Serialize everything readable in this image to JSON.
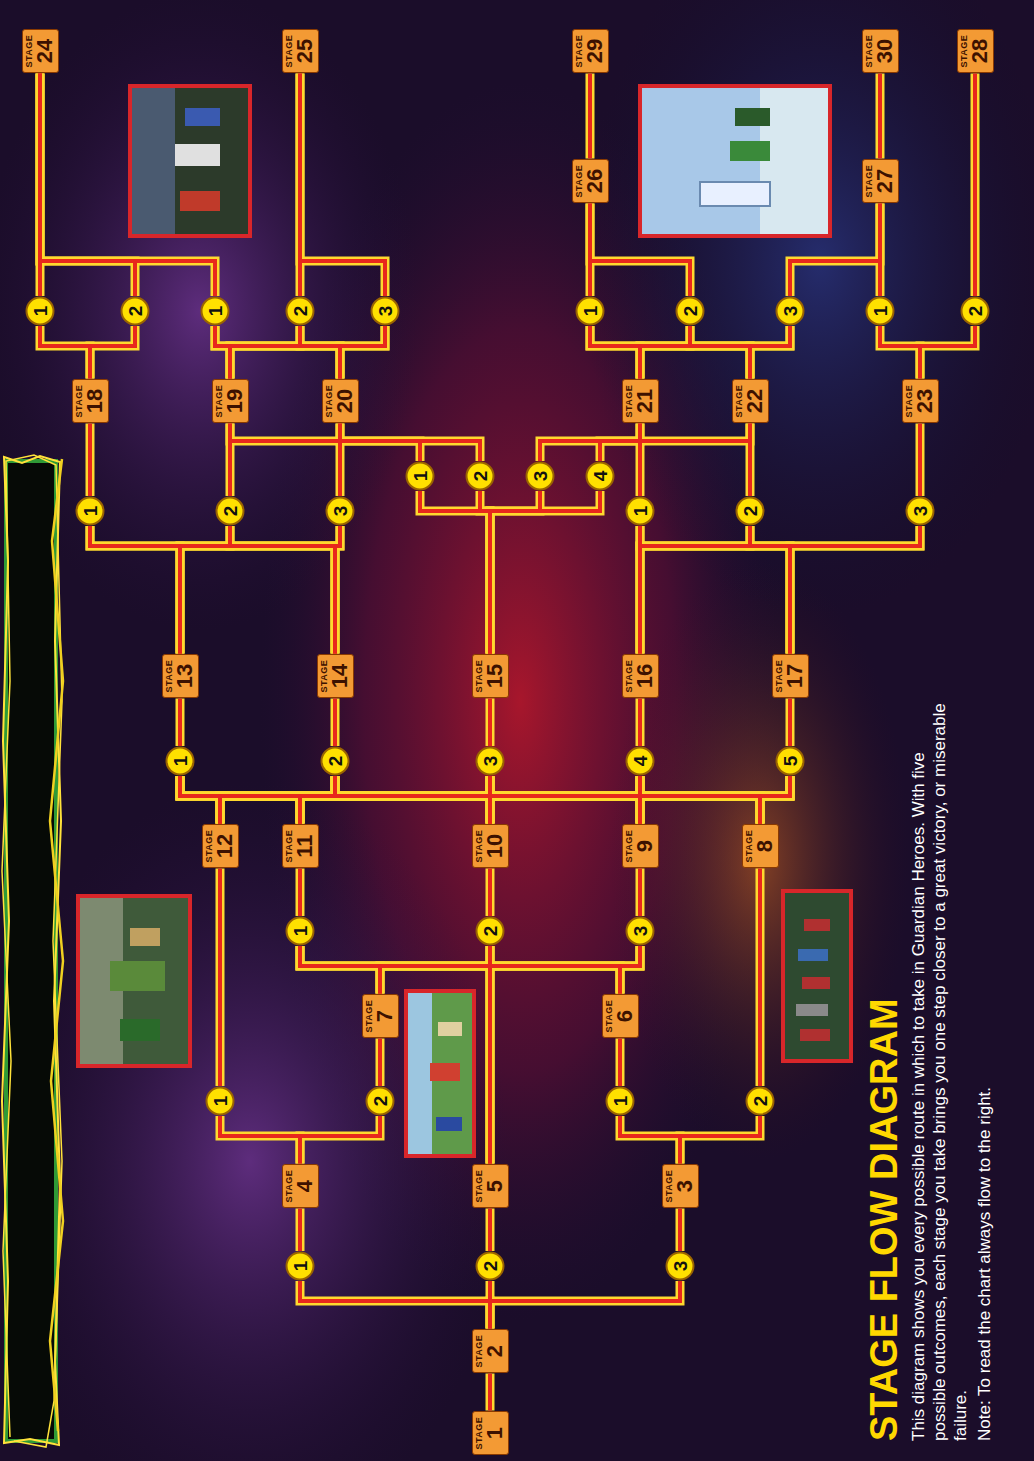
{
  "diagram": {
    "title": "STAGE FLOW DIAGRAM",
    "caption": "This diagram shows you every possible route in which to take in Guardian Heroes. With five possible outcomes, each stage you take brings you one step closer to a great victory, or miserable failure.",
    "nodes": [
      {
        "text": [
          "STAGE",
          "1"
        ]
      },
      {
        "text": [
          "STAGE",
          "2"
        ]
      },
      {
        "text": [
          "1"
        ]
      },
      {
        "text": [
          "2"
        ]
      },
      {
        "text": [
          "3"
        ]
      },
      {
        "text": [
          "STAGE",
          "4"
        ]
      },
      {
        "text": [
          "STAGE",
          "5"
        ]
      },
      {
        "text": [
          "STAGE",
          "3"
        ]
      },
      {
        "text": [
          "1"
        ]
      },
      {
        "text": [
          "2"
        ]
      },
      {
        "text": [
          "1"
        ]
      },
      {
        "text": [
          "2"
        ]
      },
      {
        "text": [
          "STAGE",
          "7"
        ]
      },
      {
        "text": [
          "STAGE",
          "6"
        ]
      },
      {
        "text": [
          "1"
        ]
      },
      {
        "text": [
          "2"
        ]
      },
      {
        "text": [
          "3"
        ]
      },
      {
        "text": [
          "STAGE",
          "12"
        ]
      },
      {
        "text": [
          "STAGE",
          "11"
        ]
      },
      {
        "text": [
          "STAGE",
          "10"
        ]
      },
      {
        "text": [
          "STAGE",
          "9"
        ]
      },
      {
        "text": [
          "STAGE",
          "8"
        ]
      },
      {
        "text": [
          "1"
        ]
      },
      {
        "text": [
          "2"
        ]
      },
      {
        "text": [
          "3"
        ]
      },
      {
        "text": [
          "4"
        ]
      },
      {
        "text": [
          "5"
        ]
      },
      {
        "text": [
          "STAGE",
          "13"
        ]
      },
      {
        "text": [
          "STAGE",
          "14"
        ]
      },
      {
        "text": [
          "STAGE",
          "15"
        ]
      },
      {
        "text": [
          "STAGE",
          "16"
        ]
      },
      {
        "text": [
          "STAGE",
          "17"
        ]
      },
      {
        "text": [
          "1"
        ]
      },
      {
        "text": [
          "2"
        ]
      },
      {
        "text": [
          "3"
        ]
      },
      {
        "text": [
          "1"
        ]
      },
      {
        "text": [
          "2"
        ]
      },
      {
        "text": [
          "3"
        ]
      },
      {
        "text": [
          "4"
        ]
      },
      {
        "text": [
          "1"
        ]
      },
      {
        "text": [
          "2"
        ]
      },
      {
        "text": [
          "3"
        ]
      },
      {
        "text": [
          "STAGE",
          "18"
        ]
      },
      {
        "text": [
          "STAGE",
          "19"
        ]
      },
      {
        "text": [
          "STAGE",
          "20"
        ]
      },
      {
        "text": [
          "STAGE",
          "21"
        ]
      },
      {
        "text": [
          "STAGE",
          "22"
        ]
      },
      {
        "text": [
          "STAGE",
          "23"
        ]
      },
      {
        "text": [
          "1"
        ]
      },
      {
        "text": [
          "2"
        ]
      },
      {
        "text": [
          "1"
        ]
      },
      {
        "text": [
          "2"
        ]
      },
      {
        "text": [
          "3"
        ]
      },
      {
        "text": [
          "1"
        ]
      },
      {
        "text": [
          "2"
        ]
      },
      {
        "text": [
          "3"
        ]
      },
      {
        "text": [
          "1"
        ]
      },
      {
        "text": [
          "2"
        ]
      },
      {
        "text": [
          "STAGE",
          "26"
        ]
      },
      {
        "text": [
          "STAGE",
          "27"
        ]
      },
      {
        "text": [
          "STAGE",
          "24"
        ]
      },
      {
        "text": [
          "STAGE",
          "25"
        ]
      },
      {
        "text": [
          "STAGE",
          "29"
        ]
      },
      {
        "text": [
          "STAGE",
          "30"
        ]
      },
      {
        "text": [
          "STAGE",
          "28"
        ]
      }
    ],
    "edges": [
      {
        "from": 0,
        "to": 1,
        "arrow": "none"
      },
      {
        "from": 1,
        "to": 2,
        "arrow": "none"
      },
      {
        "from": 1,
        "to": 3,
        "arrow": "none"
      },
      {
        "from": 1,
        "to": 4,
        "arrow": "none"
      },
      {
        "from": 2,
        "to": 5,
        "arrow": "none"
      },
      {
        "from": 3,
        "to": 6,
        "arrow": "none"
      },
      {
        "from": 4,
        "to": 7,
        "arrow": "none"
      },
      {
        "from": 5,
        "to": 8,
        "arrow": "none"
      },
      {
        "from": 5,
        "to": 9,
        "arrow": "none"
      },
      {
        "from": 7,
        "to": 10,
        "arrow": "none"
      },
      {
        "from": 7,
        "to": 11,
        "arrow": "none"
      },
      {
        "from": 8,
        "to": 17,
        "arrow": "none"
      },
      {
        "from": 9,
        "to": 12,
        "arrow": "none"
      },
      {
        "from": 10,
        "to": 13,
        "arrow": "none"
      },
      {
        "from": 11,
        "to": 21,
        "arrow": "none"
      },
      {
        "from": 12,
        "to": 14,
        "arrow": "none"
      },
      {
        "from": 12,
        "to": 15,
        "arrow": "none"
      },
      {
        "from": 12,
        "to": 16,
        "arrow": "none"
      },
      {
        "from": 6,
        "to": 14,
        "arrow": "none"
      },
      {
        "from": 6,
        "to": 15,
        "arrow": "none"
      },
      {
        "from": 6,
        "to": 16,
        "arrow": "none"
      },
      {
        "from": 13,
        "to": 14,
        "arrow": "none"
      },
      {
        "from": 13,
        "to": 15,
        "arrow": "none"
      },
      {
        "from": 13,
        "to": 16,
        "arrow": "none"
      },
      {
        "from": 14,
        "to": 18,
        "arrow": "none"
      },
      {
        "from": 15,
        "to": 19,
        "arrow": "none"
      },
      {
        "from": 16,
        "to": 20,
        "arrow": "none"
      },
      {
        "from": 17,
        "to": 22,
        "arrow": "none"
      },
      {
        "from": 17,
        "to": 23,
        "arrow": "none"
      },
      {
        "from": 17,
        "to": 24,
        "arrow": "none"
      },
      {
        "from": 17,
        "to": 25,
        "arrow": "none"
      },
      {
        "from": 17,
        "to": 26,
        "arrow": "none"
      },
      {
        "from": 18,
        "to": 22,
        "arrow": "none"
      },
      {
        "from": 18,
        "to": 23,
        "arrow": "none"
      },
      {
        "from": 18,
        "to": 24,
        "arrow": "none"
      },
      {
        "from": 18,
        "to": 25,
        "arrow": "none"
      },
      {
        "from": 18,
        "to": 26,
        "arrow": "none"
      },
      {
        "from": 19,
        "to": 22,
        "arrow": "none"
      },
      {
        "from": 19,
        "to": 23,
        "arrow": "none"
      },
      {
        "from": 19,
        "to": 24,
        "arrow": "none"
      },
      {
        "from": 19,
        "to": 25,
        "arrow": "none"
      },
      {
        "from": 19,
        "to": 26,
        "arrow": "none"
      },
      {
        "from": 20,
        "to": 22,
        "arrow": "none"
      },
      {
        "from": 20,
        "to": 23,
        "arrow": "none"
      },
      {
        "from": 20,
        "to": 24,
        "arrow": "none"
      },
      {
        "from": 20,
        "to": 25,
        "arrow": "none"
      },
      {
        "from": 20,
        "to": 26,
        "arrow": "none"
      },
      {
        "from": 21,
        "to": 22,
        "arrow": "none"
      },
      {
        "from": 21,
        "to": 23,
        "arrow": "none"
      },
      {
        "from": 21,
        "to": 24,
        "arrow": "none"
      },
      {
        "from": 21,
        "to": 25,
        "arrow": "none"
      },
      {
        "from": 21,
        "to": 26,
        "arrow": "none"
      },
      {
        "from": 22,
        "to": 27,
        "arrow": "none"
      },
      {
        "from": 23,
        "to": 28,
        "arrow": "none"
      },
      {
        "from": 24,
        "to": 29,
        "arrow": "none"
      },
      {
        "from": 25,
        "to": 30,
        "arrow": "none"
      },
      {
        "from": 26,
        "to": 31,
        "arrow": "none"
      },
      {
        "from": 27,
        "to": 32,
        "arrow": "none"
      },
      {
        "from": 27,
        "to": 33,
        "arrow": "none"
      },
      {
        "from": 27,
        "to": 34,
        "arrow": "none"
      },
      {
        "from": 28,
        "to": 32,
        "arrow": "none"
      },
      {
        "from": 28,
        "to": 33,
        "arrow": "none"
      },
      {
        "from": 28,
        "to": 34,
        "arrow": "none"
      },
      {
        "from": 29,
        "to": 35,
        "arrow": "none"
      },
      {
        "from": 29,
        "to": 36,
        "arrow": "none"
      },
      {
        "from": 29,
        "to": 37,
        "arrow": "none"
      },
      {
        "from": 29,
        "to": 38,
        "arrow": "none"
      },
      {
        "from": 30,
        "to": 39,
        "arrow": "none"
      },
      {
        "from": 30,
        "to": 40,
        "arrow": "none"
      },
      {
        "from": 30,
        "to": 41,
        "arrow": "none"
      },
      {
        "from": 31,
        "to": 39,
        "arrow": "none"
      },
      {
        "from": 31,
        "to": 40,
        "arrow": "none"
      },
      {
        "from": 31,
        "to": 41,
        "arrow": "none"
      },
      {
        "from": 32,
        "to": 42,
        "arrow": "none"
      },
      {
        "from": 33,
        "to": 43,
        "arrow": "none"
      },
      {
        "from": 34,
        "to": 44,
        "arrow": "none"
      },
      {
        "from": 35,
        "to": 43,
        "arrow": "none"
      },
      {
        "from": 36,
        "to": 44,
        "arrow": "none"
      },
      {
        "from": 37,
        "to": 45,
        "arrow": "none"
      },
      {
        "from": 38,
        "to": 46,
        "arrow": "none"
      },
      {
        "from": 39,
        "to": 45,
        "arrow": "none"
      },
      {
        "from": 40,
        "to": 46,
        "arrow": "none"
      },
      {
        "from": 41,
        "to": 47,
        "arrow": "none"
      },
      {
        "from": 42,
        "to": 48,
        "arrow": "none"
      },
      {
        "from": 42,
        "to": 49,
        "arrow": "none"
      },
      {
        "from": 43,
        "to": 50,
        "arrow": "none"
      },
      {
        "from": 43,
        "to": 51,
        "arrow": "none"
      },
      {
        "from": 43,
        "to": 52,
        "arrow": "none"
      },
      {
        "from": 44,
        "to": 50,
        "arrow": "none"
      },
      {
        "from": 44,
        "to": 51,
        "arrow": "none"
      },
      {
        "from": 44,
        "to": 52,
        "arrow": "none"
      },
      {
        "from": 45,
        "to": 53,
        "arrow": "none"
      },
      {
        "from": 45,
        "to": 54,
        "arrow": "none"
      },
      {
        "from": 45,
        "to": 55,
        "arrow": "none"
      },
      {
        "from": 46,
        "to": 53,
        "arrow": "none"
      },
      {
        "from": 46,
        "to": 54,
        "arrow": "none"
      },
      {
        "from": 46,
        "to": 55,
        "arrow": "none"
      },
      {
        "from": 47,
        "to": 56,
        "arrow": "none"
      },
      {
        "from": 47,
        "to": 57,
        "arrow": "none"
      },
      {
        "from": 48,
        "to": 60,
        "arrow": "none"
      },
      {
        "from": 49,
        "to": 60,
        "arrow": "none"
      },
      {
        "from": 50,
        "to": 60,
        "arrow": "none"
      },
      {
        "from": 51,
        "to": 61,
        "arrow": "none"
      },
      {
        "from": 52,
        "to": 61,
        "arrow": "none"
      },
      {
        "from": 53,
        "to": 58,
        "arrow": "none"
      },
      {
        "from": 54,
        "to": 58,
        "arrow": "none"
      },
      {
        "from": 55,
        "to": 59,
        "arrow": "none"
      },
      {
        "from": 56,
        "to": 59,
        "arrow": "none"
      },
      {
        "from": 57,
        "to": 64,
        "arrow": "none"
      },
      {
        "from": 58,
        "to": 62,
        "arrow": "none"
      },
      {
        "from": 59,
        "to": 63,
        "arrow": "none"
      }
    ],
    "labels": [
      "Note: To read the chart always flow to the right."
    ]
  }
}
